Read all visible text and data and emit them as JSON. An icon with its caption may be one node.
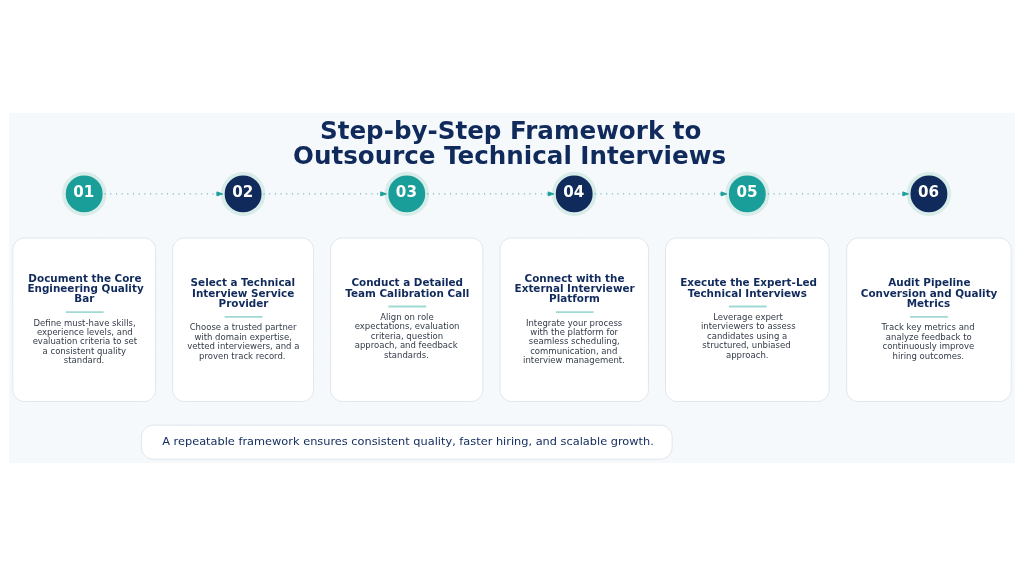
{
  "diagram": {
    "title": "Step-by-Step Framework to Outsource Technical Interviews",
    "nodes": [
      {
        "text": [
          "01"
        ]
      },
      {
        "text": [
          "02"
        ]
      },
      {
        "text": [
          "03"
        ]
      },
      {
        "text": [
          "04"
        ]
      },
      {
        "text": [
          "05"
        ]
      },
      {
        "text": [
          "06"
        ]
      },
      {
        "text": [
          "Document the Core Engineering Quality Bar",
          "Define must-have skills, experience levels, and evaluation criteria to set a consistent quality standard."
        ]
      },
      {
        "text": [
          "Select a Technical Interview Service Provider",
          "Choose a trusted partner with domain expertise, vetted interviewers, and a proven track record."
        ]
      },
      {
        "text": [
          "Conduct a Detailed Team Calibration Call",
          "Align on role expectations, evaluation criteria, question approach, and feedback standards."
        ]
      },
      {
        "text": [
          "Connect with the External Interviewer Platform",
          "Integrate your process with the platform for seamless scheduling, communication, and interview management."
        ]
      },
      {
        "text": [
          "Execute the Expert-Led Technical Interviews",
          "Leverage expert interviewers to assess candidates using a structured, unbiased approach."
        ]
      },
      {
        "text": [
          "Audit Pipeline Conversion and Quality Metrics",
          "Track key metrics and analyze feedback to continuously improve hiring outcomes."
        ]
      },
      {
        "text": [
          "A repeatable framework ensures consistent quality, faster hiring, and scalable growth."
        ]
      }
    ],
    "edges": [
      {
        "from": 0,
        "to": 1,
        "arrow": "to",
        "style": "dashed"
      },
      {
        "from": 1,
        "to": 2,
        "arrow": "to",
        "style": "dashed"
      },
      {
        "from": 2,
        "to": 3,
        "arrow": "to",
        "style": "dashed"
      },
      {
        "from": 3,
        "to": 4,
        "arrow": "to",
        "style": "dashed"
      },
      {
        "from": 4,
        "to": 5,
        "arrow": "to",
        "style": "dashed"
      }
    ]
  }
}
